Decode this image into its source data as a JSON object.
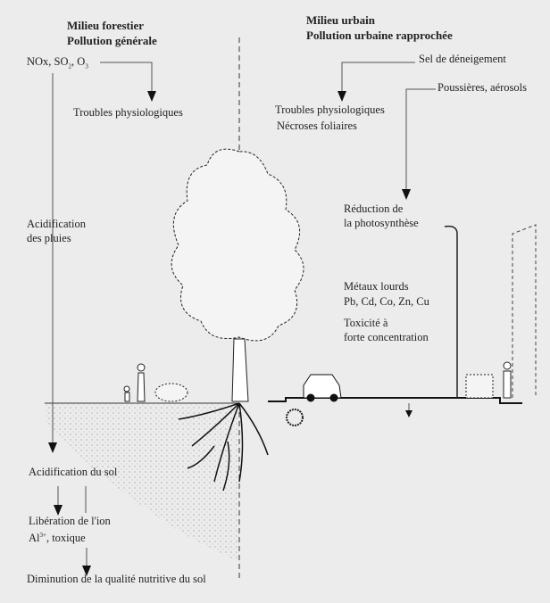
{
  "left": {
    "title1": "Milieu forestier",
    "title2": "Pollution générale",
    "pollutants": "NOx, SO",
    "pollutants_sub1": "2",
    "pollutants_mid": ", O",
    "pollutants_sub2": "3",
    "troubles": "Troubles physiologiques",
    "acid1": "Acidification",
    "acid2": "des pluies",
    "acid_sol": "Acidification du sol",
    "liberation1": "Libération de l'ion",
    "liberation2_a": "Al",
    "liberation2_sup": "3+",
    "liberation2_b": ", toxique",
    "diminution": "Diminution de la qualité nutritive du sol"
  },
  "right": {
    "title1": "Milieu urbain",
    "title2": "Pollution urbaine rapprochée",
    "sel": "Sel de déneigement",
    "poussieres": "Poussières, aérosols",
    "troubles": "Troubles physiologiques",
    "necroses": "Nécroses foliaires",
    "reduction1": "Réduction de",
    "reduction2": "la photosynthèse",
    "metaux1": "Métaux lourds",
    "metaux2": "Pb, Cd, Co, Zn, Cu",
    "toxicite1": "Toxicité à",
    "toxicite2": "forte concentration"
  }
}
